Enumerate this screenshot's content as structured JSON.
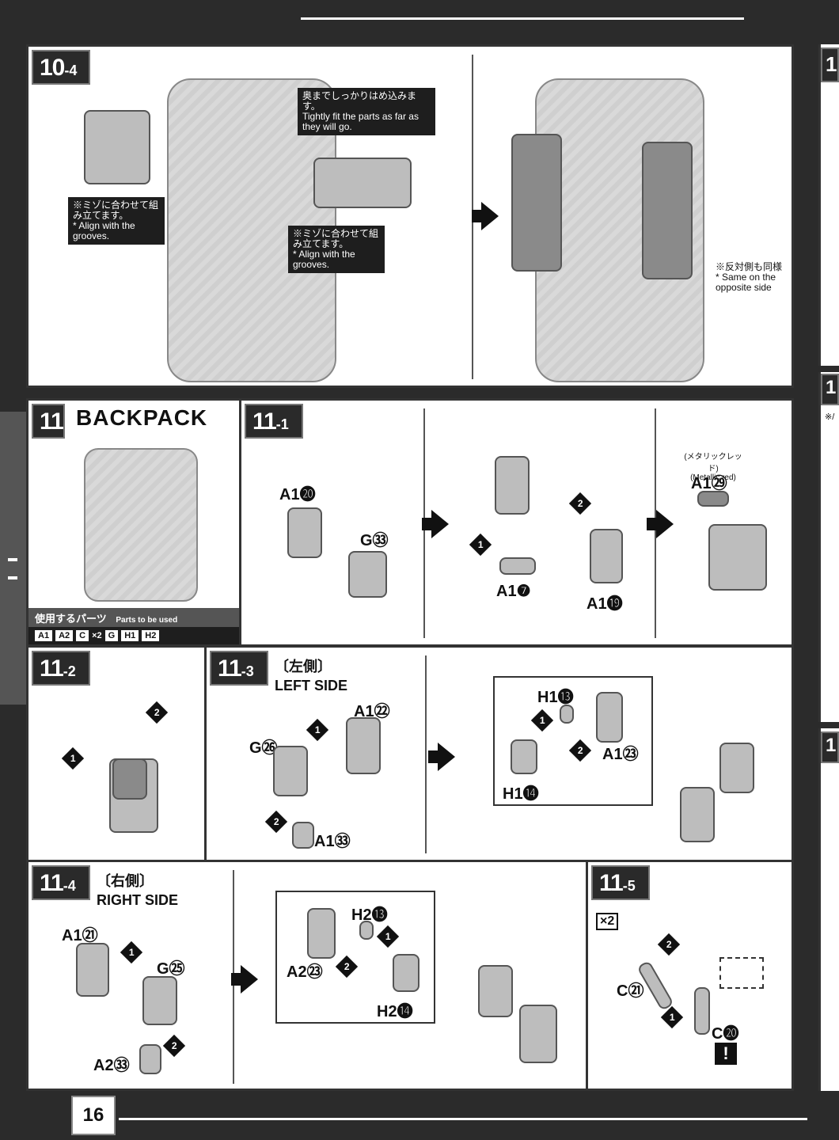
{
  "page_number": "16",
  "step_10_4": {
    "num_big": "10",
    "num_small": "-4",
    "note_fit_jp": "奥までしっかりはめ込みます。",
    "note_fit_en": "Tightly fit the parts as far as they will go.",
    "note_groove_left_jp": "※ミゾに合わせて組み立てます。",
    "note_groove_left_en": "* Align with the grooves.",
    "note_groove_right_jp": "※ミゾに合わせて組み立てます。",
    "note_groove_right_en": "* Align with the grooves.",
    "note_opposite_jp": "※反対側も同様",
    "note_opposite_en": "* Same on the opposite side"
  },
  "step_11": {
    "num": "11",
    "title": "BACKPACK",
    "parts_used_jp": "使用するパーツ",
    "parts_used_en": "Parts to be used",
    "parts": [
      "A1",
      "A2",
      "C",
      "×2",
      "G",
      "H1",
      "H2"
    ]
  },
  "step_11_1": {
    "num_big": "11",
    "num_small": "-1",
    "part_a1_20": "A1⓴",
    "part_g_33": "G㉝",
    "part_a1_7": "A1❼",
    "part_a1_19": "A1⓳",
    "metallic_jp": "(メタリックレッド)",
    "metallic_en": "(Metallic red)",
    "part_a1_29": "A1㉙",
    "step1": "1",
    "step2": "2"
  },
  "step_11_2": {
    "num_big": "11",
    "num_small": "-2",
    "step1": "1",
    "step2": "2"
  },
  "step_11_3": {
    "num_big": "11",
    "num_small": "-3",
    "side_jp": "〔左側〕",
    "side_en": "LEFT SIDE",
    "part_a1_22": "A1㉒",
    "part_g_26": "G㉖",
    "part_a1_33": "A1㉝",
    "part_h1_13": "H1⓭",
    "part_h1_14": "H1⓮",
    "part_a1_23": "A1㉓",
    "step1": "1",
    "step2": "2"
  },
  "step_11_4": {
    "num_big": "11",
    "num_small": "-4",
    "side_jp": "〔右側〕",
    "side_en": "RIGHT SIDE",
    "part_a1_21": "A1㉑",
    "part_g_25": "G㉕",
    "part_a2_33": "A2㉝",
    "part_a2_23": "A2㉓",
    "part_h2_13": "H2⓭",
    "part_h2_14": "H2⓮",
    "step1": "1",
    "step2": "2"
  },
  "step_11_5": {
    "num_big": "11",
    "num_small": "-5",
    "multiplier": "×2",
    "part_c_21": "C㉑",
    "part_c_20": "C⓴",
    "warning": "!",
    "step1": "1",
    "step2": "2"
  },
  "right_edge": {
    "tab1": "1",
    "tab2": "1",
    "note": "※/",
    "tab3": "1"
  }
}
